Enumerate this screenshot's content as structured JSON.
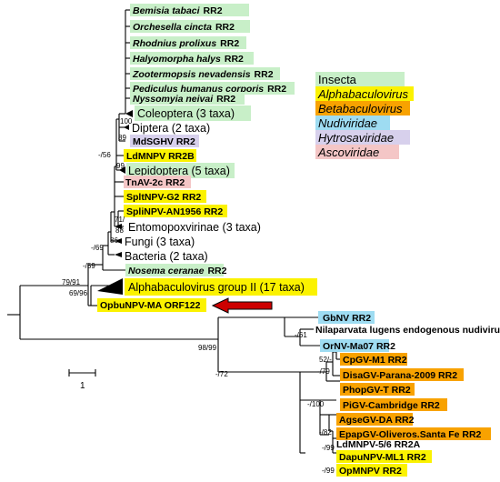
{
  "colors": {
    "insecta": "#c8efc8",
    "alpha": "#fbf200",
    "beta": "#f8a200",
    "nudi": "#9edcf2",
    "hytroso": "#d7d0ec",
    "asco": "#f4c6c6",
    "arrow": "#cc0000"
  },
  "legend": [
    "Insecta",
    "Alphabaculovirus",
    "Betabaculovirus",
    "Nudiviridae",
    "Hytrosaviridae",
    "Ascoviridae"
  ],
  "taxa": {
    "bemisia": "Bemisia tabaci",
    "orchesella": "Orchesella cincta",
    "rhodnius": "Rhodnius prolixus",
    "halyomorpha": "Halyomorpha halys",
    "zootermopsis": "Zootermopsis nevadensis",
    "pediculus": "Pediculus humanus corporis",
    "nyssomyia": "Nyssomyia neivai",
    "nosema": "Nosema ceranae",
    "rr2": "RR2",
    "coleoptera": "Coleoptera (3 taxa)",
    "diptera": "Diptera (2 taxa)",
    "mdsghv": "MdSGHV RR2",
    "ldmnpv": "LdMNPV RR2B",
    "lepidoptera": "Lepidoptera (5 taxa)",
    "tnav": "TnAV-2c RR2",
    "splt": "SpltNPV-G2 RR2",
    "spli": "SpliNPV-AN1956 RR2",
    "entomopox": "Entomopoxvirinae (3 taxa)",
    "fungi": "Fungi (3 taxa)",
    "bacteria": "Bacteria (2 taxa)",
    "alphagroup": "Alphabaculovirus group II (17 taxa)",
    "opbu": "OpbuNPV-MA ORF122",
    "gbnv": "GbNV RR2",
    "nilaparvata": "Nilaparvata lugens endogenous nudivirus RR2",
    "ornv": "OrNV-Ma07 RR2",
    "cpgv": "CpGV-M1 RR2",
    "disagv": "DisaGV-Parana-2009 RR2",
    "phopgv": "PhopGV-T RR2",
    "pigv": "PiGV-Cambridge RR2",
    "agsegv": "AgseGV-DA RR2",
    "epapgv": "EpapGV-Oliveros.Santa Fe RR2",
    "ldmnpv2": "LdMNPV-5/6 RR2A",
    "dapunpv": "DapuNPV-ML1 RR2",
    "opmnpv": "OpMNPV RR2"
  },
  "support": {
    "s100": "100",
    "s89": "89",
    "s56": "-/56",
    "s99": "99",
    "s71": "71/",
    "s88": "88",
    "s86": "86",
    "s69": "-/69",
    "s59": "-/59",
    "s7991": "79/91",
    "s6996": "69/96",
    "s61": "-/61",
    "s9899": "98/99",
    "s72": "-/72",
    "s52": "52/-",
    "s79": "-/79",
    "s100b": "-/100",
    "s82": "-/82",
    "s99b": "-/99",
    "s99c": "-/99"
  },
  "scale": "1"
}
